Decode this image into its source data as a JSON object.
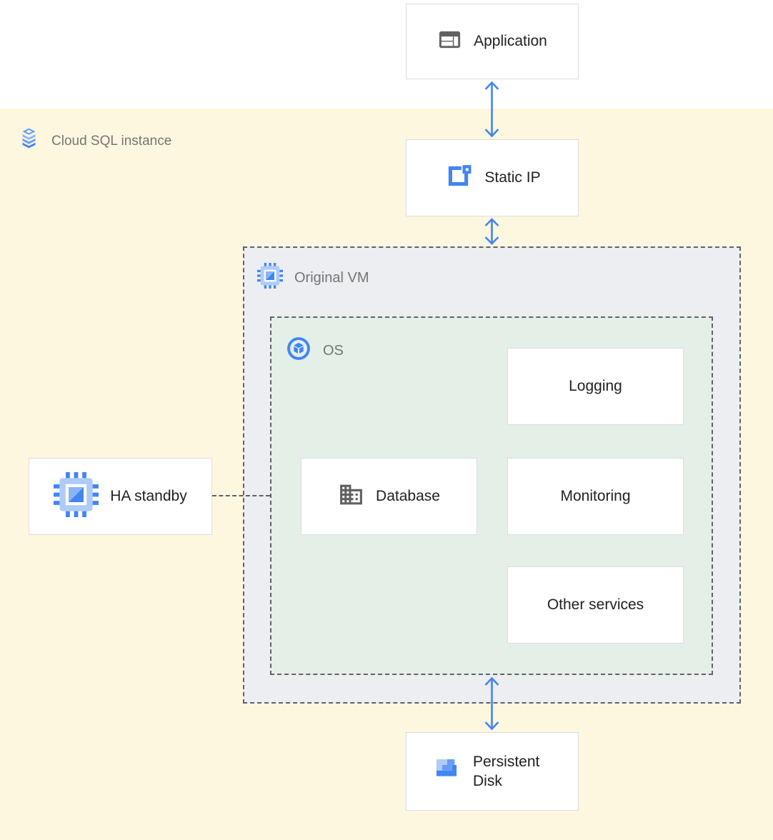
{
  "colors": {
    "accent-blue": "#4285f4",
    "blue-mid": "#669df6",
    "blue-light": "#aecbfa",
    "blue-soft": "#8ab4f8",
    "icon-gray": "#616161",
    "text-dark": "#202124",
    "text-muted": "#757575",
    "bg-yellow": "#fef7e0",
    "bg-vm-gray": "#eceef1",
    "bg-os-green": "#e4efe8",
    "box-border": "#dadce0",
    "dash-color": "#5f6368"
  },
  "containers": {
    "cloud_sql": {
      "label": "Cloud SQL instance",
      "icon": "cloud-sql-icon"
    },
    "original_vm": {
      "label": "Original VM",
      "icon": "compute-engine-icon"
    },
    "os": {
      "label": "OS",
      "icon": "os-icon"
    }
  },
  "nodes": {
    "application": {
      "label": "Application",
      "icon": "application-window-icon"
    },
    "static_ip": {
      "label": "Static IP",
      "icon": "external-ip-icon"
    },
    "ha_standby": {
      "label": "HA standby",
      "icon": "compute-engine-icon"
    },
    "database": {
      "label": "Database",
      "icon": "building-icon"
    },
    "logging": {
      "label": "Logging"
    },
    "monitoring": {
      "label": "Monitoring"
    },
    "other_services": {
      "label": "Other services"
    },
    "persistent_disk": {
      "label": "Persistent Disk",
      "icon": "persistent-disk-icon"
    }
  },
  "connections": [
    "application <-> static_ip",
    "static_ip <-> original_vm",
    "os <-> persistent_disk",
    "ha_standby --- original_vm (dashed)"
  ]
}
